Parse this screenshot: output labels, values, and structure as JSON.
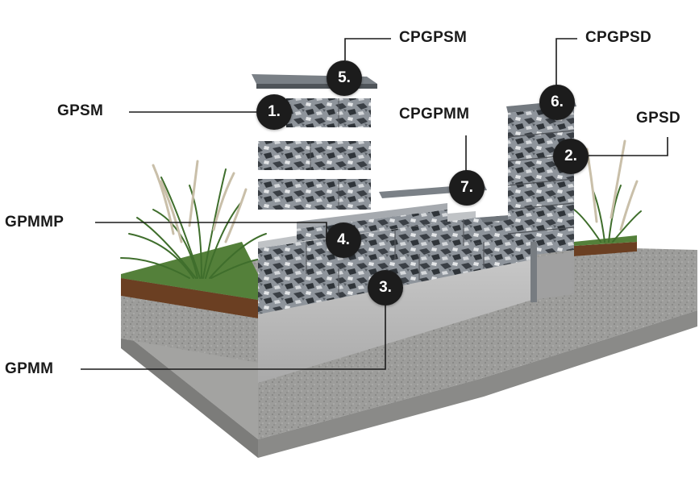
{
  "labels": {
    "cpgpsm": "CPGPSM",
    "cpgpsd": "CPGPSD",
    "gpsm": "GPSM",
    "gpsd": "GPSD",
    "cpgpmm": "CPGPMM",
    "gpmmp": "GPMMP",
    "gpmm": "GPMM"
  },
  "badges": {
    "b1": "1.",
    "b2": "2.",
    "b3": "3.",
    "b4": "4.",
    "b5": "5.",
    "b6": "6.",
    "b7": "7."
  },
  "colors": {
    "badge": "#1c1c1c",
    "badge_text": "#ffffff",
    "leader_line": "#1a1a1a",
    "grass": "#4f7a35",
    "concrete": "#b9b9b9",
    "stone_dark": "#3b4046"
  }
}
